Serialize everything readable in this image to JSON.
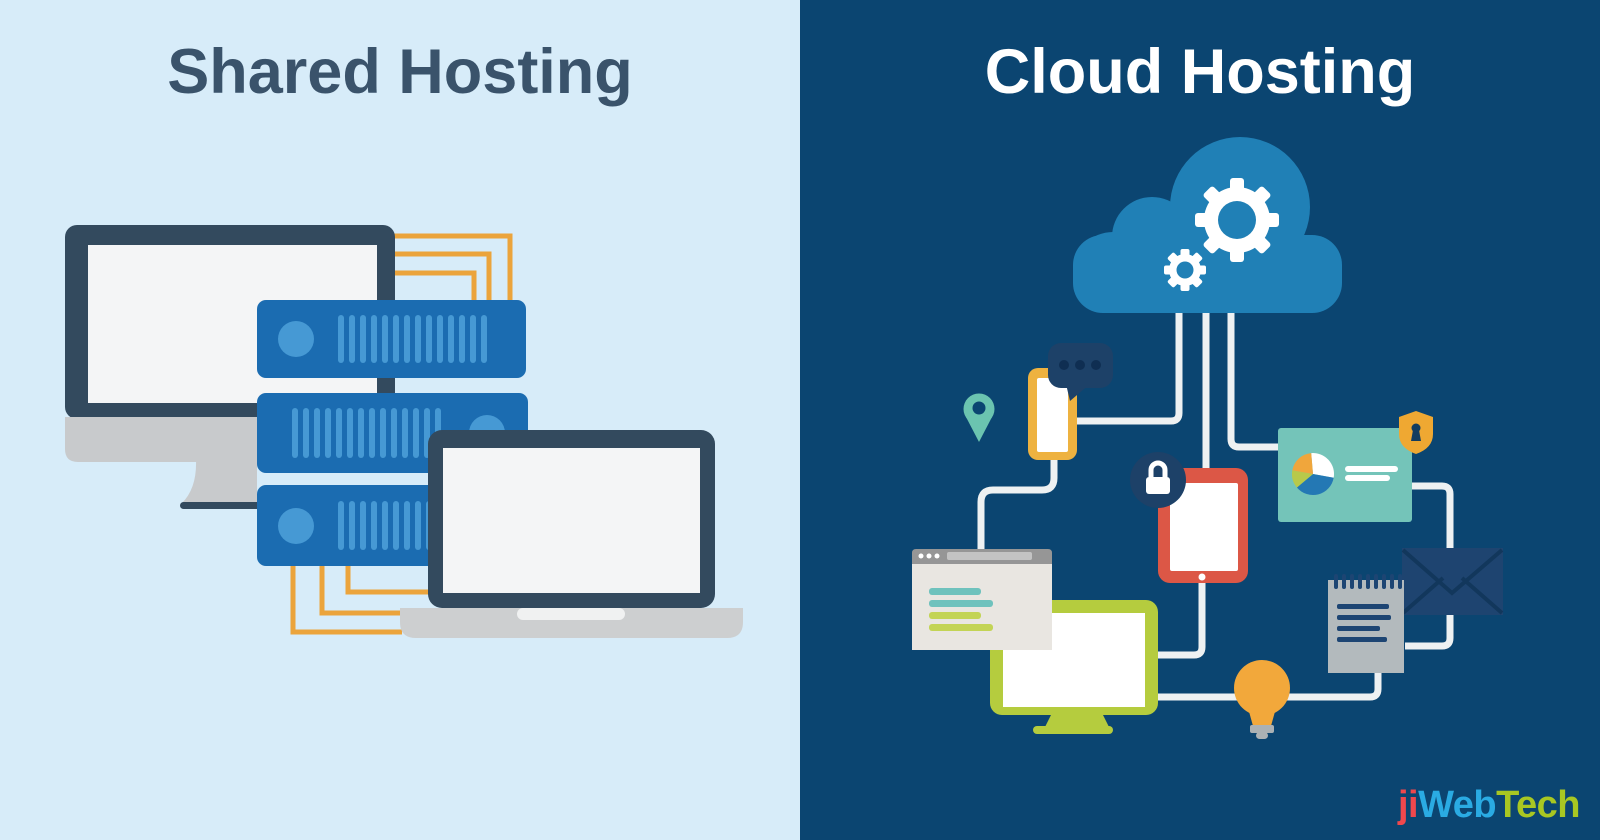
{
  "left_panel": {
    "title": "Shared Hosting",
    "background": "#d7ecf9",
    "title_color": "#3a536b",
    "illustration_icons": [
      "desktop-monitor-icon",
      "server-rack-top-icon",
      "server-rack-middle-icon",
      "server-rack-bottom-icon",
      "laptop-icon",
      "network-cables-top-icon",
      "network-cables-bottom-icon"
    ]
  },
  "right_panel": {
    "title": "Cloud Hosting",
    "background": "#0b4571",
    "title_color": "#ffffff",
    "illustration_icons": [
      "cloud-icon",
      "gear-large-icon",
      "gear-small-icon",
      "connector-lines-icon",
      "chat-bubble-icon",
      "smartphone-icon",
      "location-pin-icon",
      "padlock-badge-icon",
      "tablet-icon",
      "analytics-card-icon",
      "pie-chart-icon",
      "security-shield-icon",
      "envelope-icon",
      "notepad-icon",
      "browser-window-icon",
      "desktop-monitor-green-icon",
      "light-bulb-icon"
    ]
  },
  "logo": {
    "ji": "ji",
    "web": "Web",
    "tech": "Tech"
  },
  "palette": {
    "left_bg": "#d7ecf9",
    "right_bg": "#0b4571",
    "title_navy": "#3a536b",
    "title_white": "#ffffff",
    "frame_navy": "#334a5e",
    "screen_white": "#f4f5f6",
    "stand_gray": "#c8cacc",
    "laptop_base_gray": "#cdcfd0",
    "server_blue": "#1b6cb1",
    "server_light_blue": "#4699d4",
    "cable_orange": "#eba43c",
    "cloud_blue": "#2080b6",
    "connector_white": "#eef1f2",
    "bubble_navy": "#1d4168",
    "bubble_dot_navy": "#0f2e52",
    "phone_orange": "#eeb240",
    "pin_teal": "#6bc4b0",
    "badge_navy": "#1d4168",
    "tablet_red": "#dc5746",
    "card_teal": "#74c4b9",
    "pie_blue": "#2478b4",
    "pie_green": "#b8c94a",
    "pie_orange": "#f0a63c",
    "shield_orange": "#efa832",
    "keyhole_navy": "#123c60",
    "envelope_navy": "#1e4470",
    "envelope_line_navy": "#12375c",
    "notepad_gray": "#b3babd",
    "note_line_navy": "#1d4573",
    "browser_body": "#e9e6e1",
    "browser_bar_gray": "#969696",
    "browser_addr_gray": "#c3c3c3",
    "browser_line_teal": "#6fc2bd",
    "browser_line_green": "#c3d455",
    "monitor_lime": "#b5cc3e",
    "bulb_orange": "#f2a83b",
    "bulb_base_gray": "#abb1b4",
    "logo_ji": "#f0484d",
    "logo_web": "#2aabe3",
    "logo_tech": "#a8c722"
  }
}
